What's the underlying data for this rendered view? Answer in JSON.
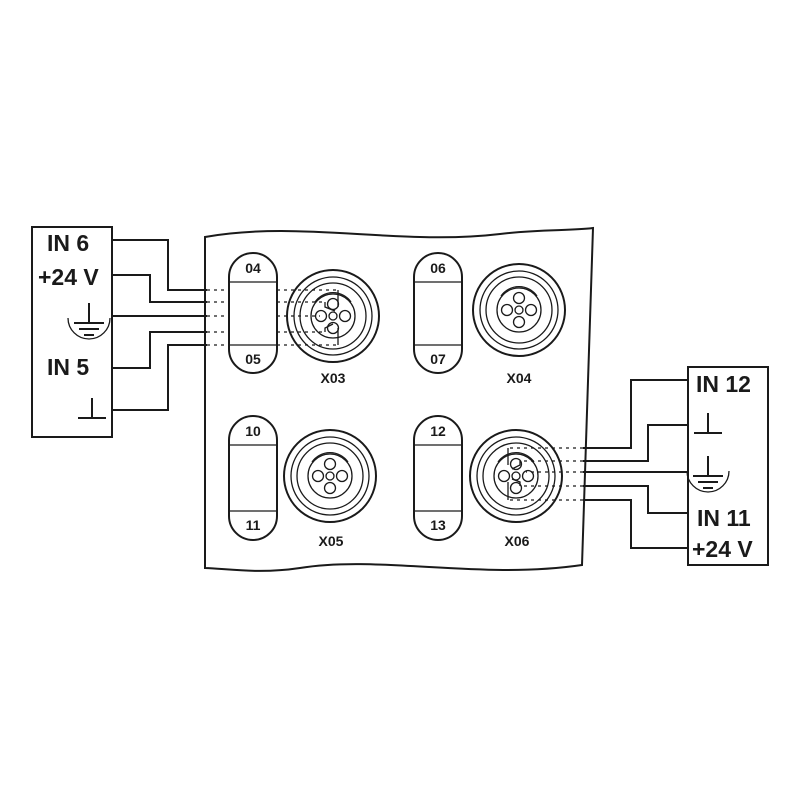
{
  "left_terminal": {
    "labels": [
      "IN 6",
      "+24 V",
      "IN 5"
    ]
  },
  "right_terminal": {
    "labels": [
      "IN 12",
      "IN 11",
      "+24 V"
    ]
  },
  "slots": {
    "s04": "04",
    "s05": "05",
    "s06": "06",
    "s07": "07",
    "s10": "10",
    "s11": "11",
    "s12": "12",
    "s13": "13"
  },
  "connectors": {
    "x03": "X03",
    "x04": "X04",
    "x05": "X05",
    "x06": "X06"
  },
  "icons": [
    "ground-icon",
    "functional-earth-icon",
    "m12-socket-icon"
  ]
}
